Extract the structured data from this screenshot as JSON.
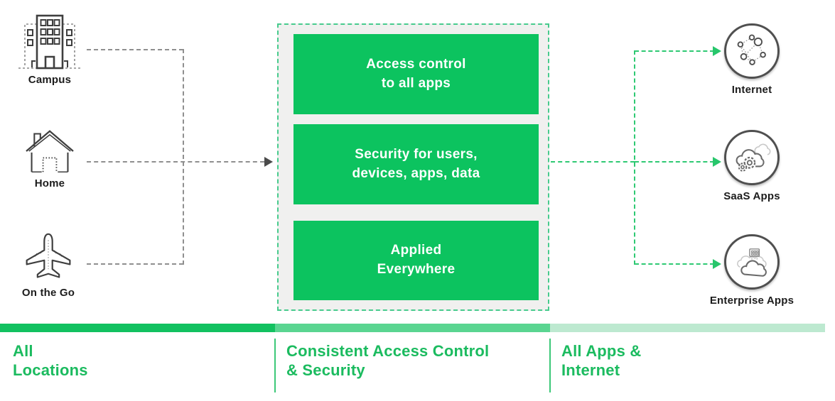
{
  "diagram": {
    "sources": [
      {
        "label": "Campus",
        "icon": "campus-building-icon"
      },
      {
        "label": "Home",
        "icon": "home-icon"
      },
      {
        "label": "On the Go",
        "icon": "airplane-icon"
      }
    ],
    "pipeline": {
      "boxes": [
        {
          "text": "Access control\nto all apps"
        },
        {
          "text": "Security for users,\ndevices, apps, data"
        },
        {
          "text": "Applied\nEverywhere"
        }
      ]
    },
    "destinations": [
      {
        "label": "Internet",
        "icon": "internet-network-icon"
      },
      {
        "label": "SaaS Apps",
        "icon": "saas-apps-icon"
      },
      {
        "label": "Enterprise Apps",
        "icon": "enterprise-apps-icon"
      }
    ]
  },
  "footer": {
    "sections": [
      {
        "label": "All\nLocations"
      },
      {
        "label": "Consistent Access Control\n& Security"
      },
      {
        "label": "All Apps &\nInternet"
      }
    ]
  },
  "colors": {
    "box_green": "#0cc35f",
    "bar_green": "#12c160",
    "bar_mid_green": "#5ad591",
    "bar_light_green": "#bde9d0",
    "heading_green": "#1bbb5f",
    "connector_green": "#2ec973",
    "connector_gray": "#8f8f8f",
    "container_border_green": "#47cb8d"
  }
}
